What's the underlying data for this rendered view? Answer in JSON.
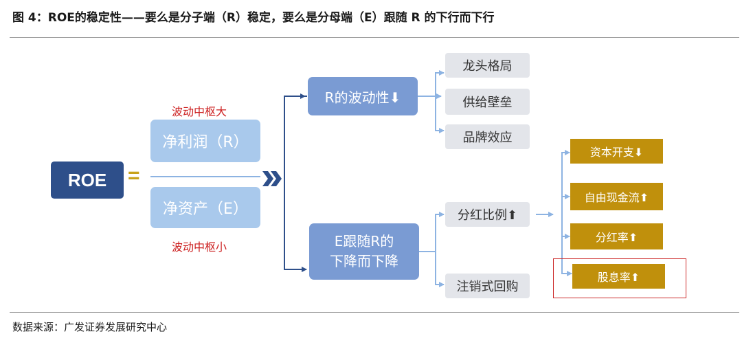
{
  "title": "图 4：ROE的稳定性——要么是分子端（R）稳定，要么是分母端（E）跟随 R 的下行而下行",
  "source": "数据来源：广发证券发展研究中心",
  "diagram": {
    "roe_label": "ROE",
    "equals": "=",
    "numerator_label": "净利润（R）",
    "denominator_label": "净资产（E）",
    "numerator_note": "波动中枢大",
    "denominator_note": "波动中枢小",
    "branch_r": "R的波动性⬇",
    "branch_e_line1": "E跟随R的",
    "branch_e_line2": "下降而下降",
    "r_factors": [
      "龙头格局",
      "供给壁垒",
      "品牌效应"
    ],
    "e_factor_dividend": "分红比例⬆",
    "e_factor_buyback": "注销式回购",
    "dividend_drivers": [
      "资本开支⬇",
      "自由现金流⬆",
      "分红率⬆",
      "股息率⬆"
    ],
    "colors": {
      "roe_box": "#2e4f8a",
      "equals": "#c8a21a",
      "light_blue": "#a9c9ec",
      "mid_blue": "#7a9bd3",
      "grey_box": "#e3e5ea",
      "gold_box": "#c0900c",
      "note_red": "#cc1f1f",
      "highlight_border": "#cc2a2a"
    }
  }
}
